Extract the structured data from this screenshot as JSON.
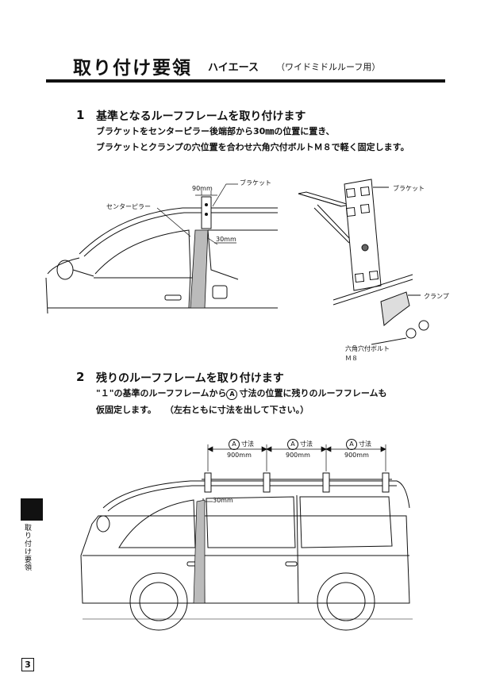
{
  "header": {
    "title": "取り付け要領",
    "subtitle": "ハイエース",
    "subtitle_note": "（ワイドミドルルーフ用）"
  },
  "section1": {
    "number": "1",
    "heading": "基準となるルーフフレームを取り付けます",
    "line1": "ブラケットをセンターピラー後端部から30㎜の位置に置き、",
    "line2": "ブラケットとクランプの穴位置を合わせ六角穴付ボルトＭ８で軽く固定します。"
  },
  "figure1": {
    "dim_90": "90mm",
    "label_bracket": "ブラケット",
    "label_center_pillar": "センターピラー",
    "dim_30": "30mm"
  },
  "figure2": {
    "label_bracket": "ブラケット",
    "label_clamp": "クランプ",
    "label_bolt_line1": "六角穴付ボルト",
    "label_bolt_line2": "Ｍ８"
  },
  "section2": {
    "number": "2",
    "heading": "残りのルーフフレームを取り付けます",
    "line1_pre": "\"１\"の基準のルーフフレームから",
    "line1_circle": "A",
    "line1_post": "寸法の位置に残りのルーフフレームも",
    "line2": "仮固定します。　　（左右ともに寸法を出して下さい。）"
  },
  "figure3": {
    "dims": [
      {
        "mark": "A",
        "label": "寸法",
        "value": "900mm"
      },
      {
        "mark": "A",
        "label": "寸法",
        "value": "900mm"
      },
      {
        "mark": "A",
        "label": "寸法",
        "value": "900mm"
      }
    ],
    "dim_30": "30mm"
  },
  "sidebar": {
    "tab_label": "取り付け要領",
    "page_number": "3"
  }
}
